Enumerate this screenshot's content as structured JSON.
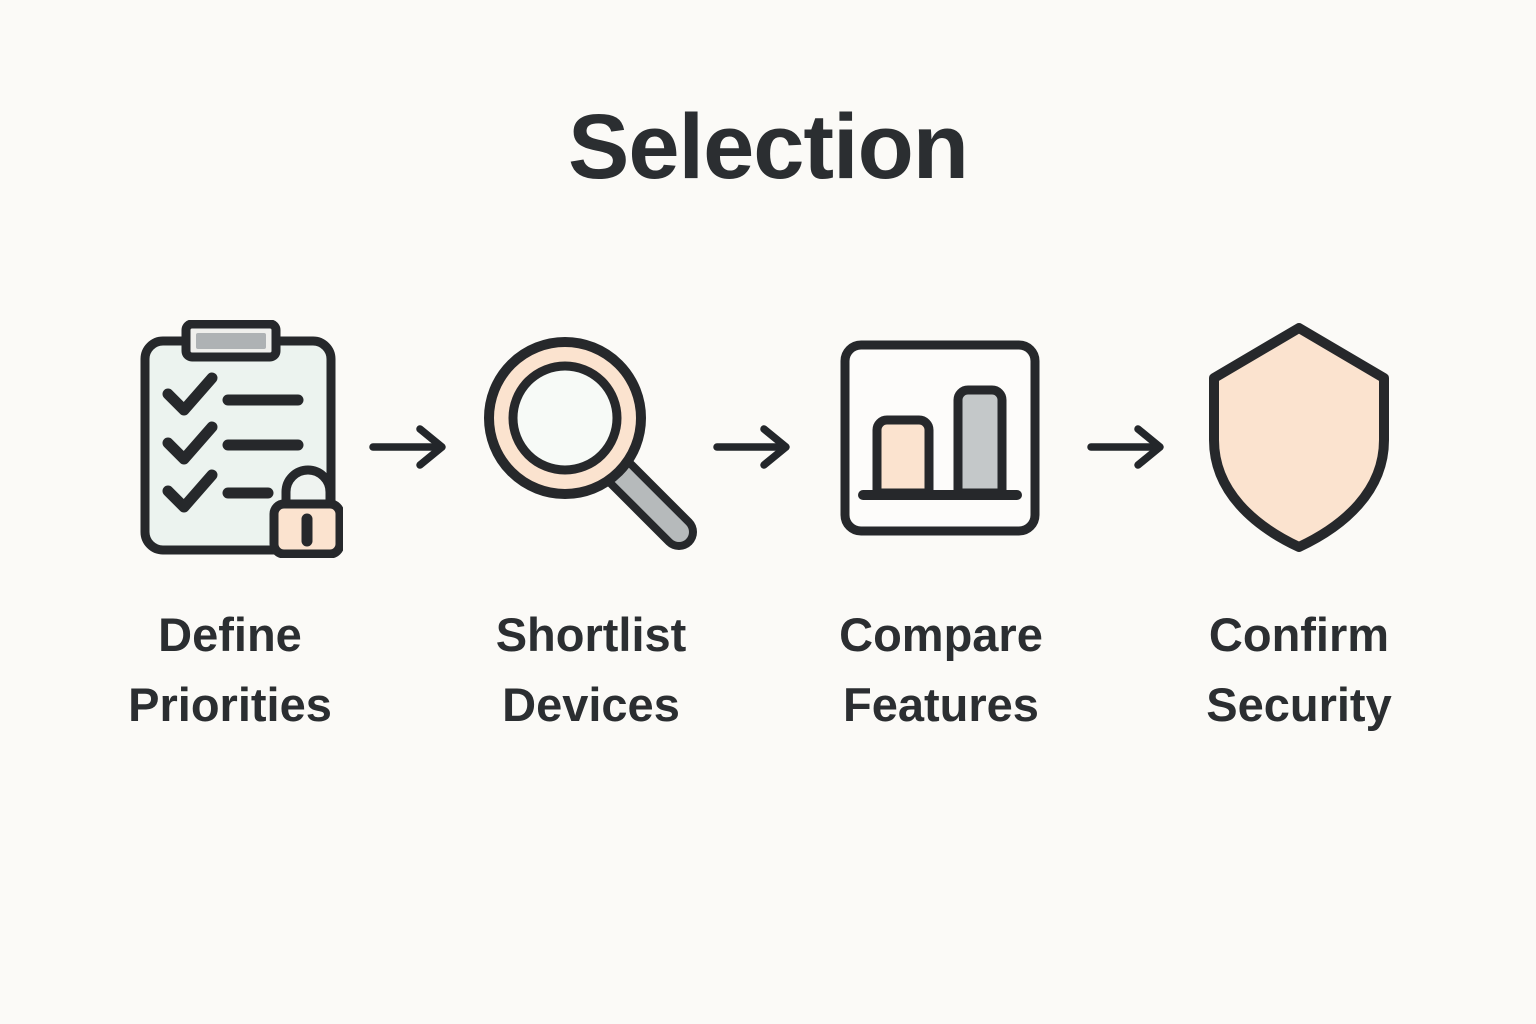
{
  "title": "Selection",
  "steps": [
    {
      "id": "define-priorities",
      "label_line1": "Define",
      "label_line2": "Priorities",
      "icon": "clipboard-checklist-lock-icon"
    },
    {
      "id": "shortlist-devices",
      "label_line1": "Shortlist",
      "label_line2": "Devices",
      "icon": "magnifier-icon"
    },
    {
      "id": "compare-features",
      "label_line1": "Compare",
      "label_line2": "Features",
      "icon": "bar-chart-icon"
    },
    {
      "id": "confirm-security",
      "label_line1": "Confirm",
      "label_line2": "Security",
      "icon": "shield-icon"
    }
  ],
  "colors": {
    "background": "#FBFAF7",
    "outline": "#26282B",
    "text": "#2B2E31",
    "accent_peach": "#FBE3CF",
    "mint": "#ECF3EF",
    "gray_fill": "#B6BABB",
    "lens_white": "#F7FAF7"
  }
}
